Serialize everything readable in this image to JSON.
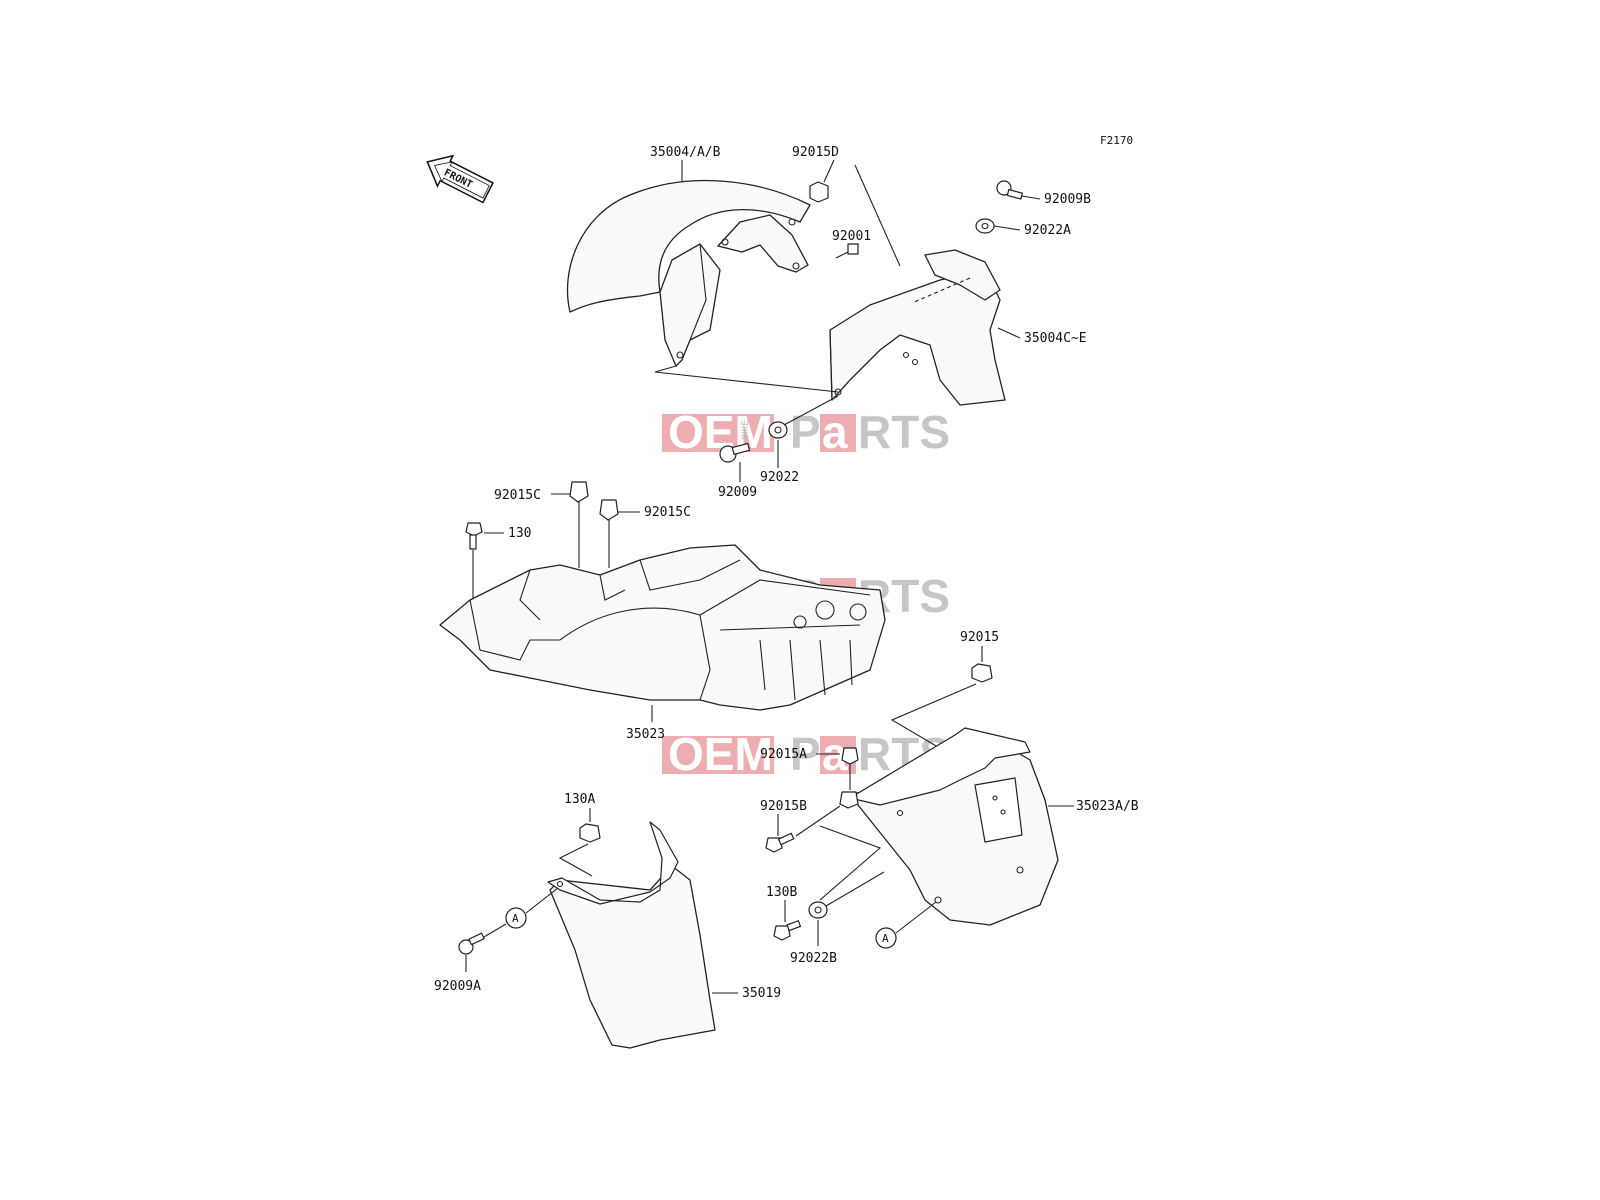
{
  "figure_code": "F2170",
  "front_marker": "FRONT",
  "watermark": {
    "part1": "OEM",
    "part2": "BIKE",
    "part3": "P",
    "part4": "a",
    "part5": "RTS"
  },
  "callouts": [
    {
      "id": "35004AB",
      "text": "35004/A/B"
    },
    {
      "id": "92015D",
      "text": "92015D"
    },
    {
      "id": "92009B",
      "text": "92009B"
    },
    {
      "id": "92022A",
      "text": "92022A"
    },
    {
      "id": "92001",
      "text": "92001"
    },
    {
      "id": "35004CE",
      "text": "35004C~E"
    },
    {
      "id": "92022",
      "text": "92022"
    },
    {
      "id": "92009",
      "text": "92009"
    },
    {
      "id": "92015C_left",
      "text": "92015C"
    },
    {
      "id": "92015C_right",
      "text": "92015C"
    },
    {
      "id": "130",
      "text": "130"
    },
    {
      "id": "92015",
      "text": "92015"
    },
    {
      "id": "35023",
      "text": "35023"
    },
    {
      "id": "92015A",
      "text": "92015A"
    },
    {
      "id": "92015B",
      "text": "92015B"
    },
    {
      "id": "130A",
      "text": "130A"
    },
    {
      "id": "35023AB",
      "text": "35023A/B"
    },
    {
      "id": "130B",
      "text": "130B"
    },
    {
      "id": "92022B",
      "text": "92022B"
    },
    {
      "id": "92009A",
      "text": "92009A"
    },
    {
      "id": "35019",
      "text": "35019"
    }
  ],
  "reference_marks": [
    {
      "id": "A_left",
      "text": "A"
    },
    {
      "id": "A_right",
      "text": "A"
    }
  ]
}
